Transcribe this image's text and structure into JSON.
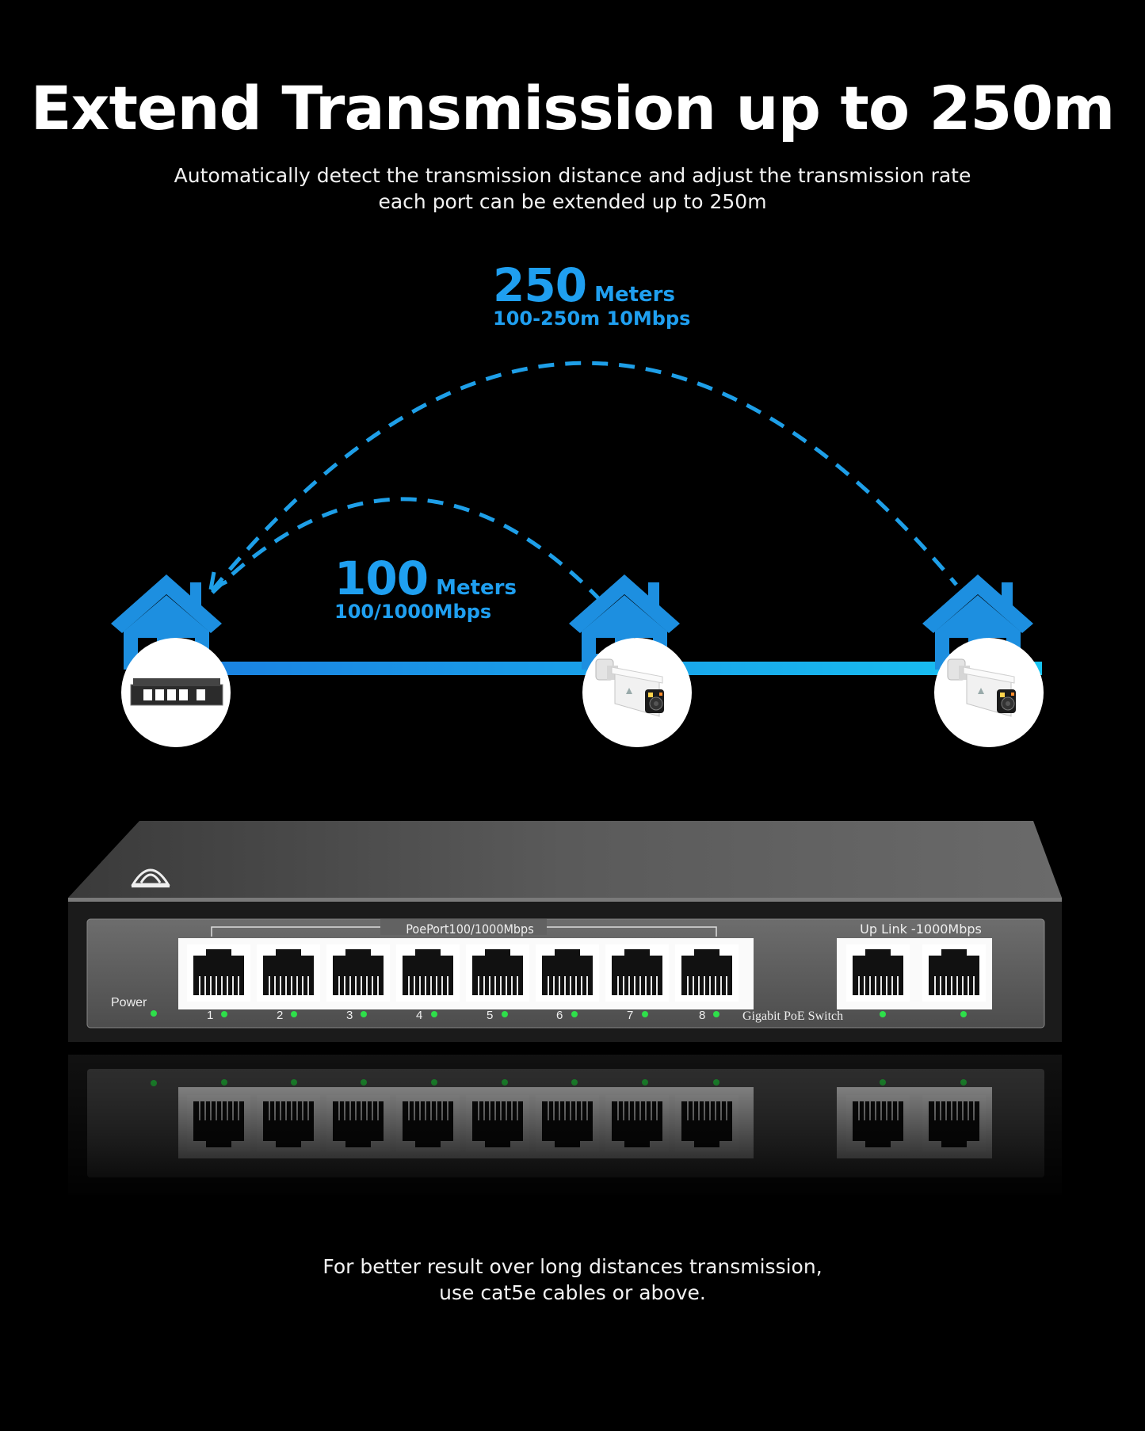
{
  "header": {
    "title": "Extend Transmission up to 250m",
    "subtitle_line1": "Automatically detect the transmission distance and adjust the transmission rate",
    "subtitle_line2": "each port can be extended up to 250m"
  },
  "distance_far": {
    "value": "250",
    "unit": "Meters",
    "rate": "100-250m 10Mbps"
  },
  "distance_near": {
    "value": "100",
    "unit": "Meters",
    "rate": "100/1000Mbps"
  },
  "switch": {
    "poe_label": "PoePort100/1000Mbps",
    "uplink_label": "Up Link -1000Mbps",
    "power_label": "Power",
    "model_label": "Gigabit PoE Switch",
    "port_numbers": [
      "1",
      "2",
      "3",
      "4",
      "5",
      "6",
      "7",
      "8"
    ]
  },
  "footer": {
    "line1": "For better result over long distances transmission,",
    "line2": "use cat5e cables or above."
  },
  "colors": {
    "accent": "#1f9ff0",
    "house": "#1d8fe0",
    "cable": "#17b4ef",
    "led": "#2ee04a"
  }
}
